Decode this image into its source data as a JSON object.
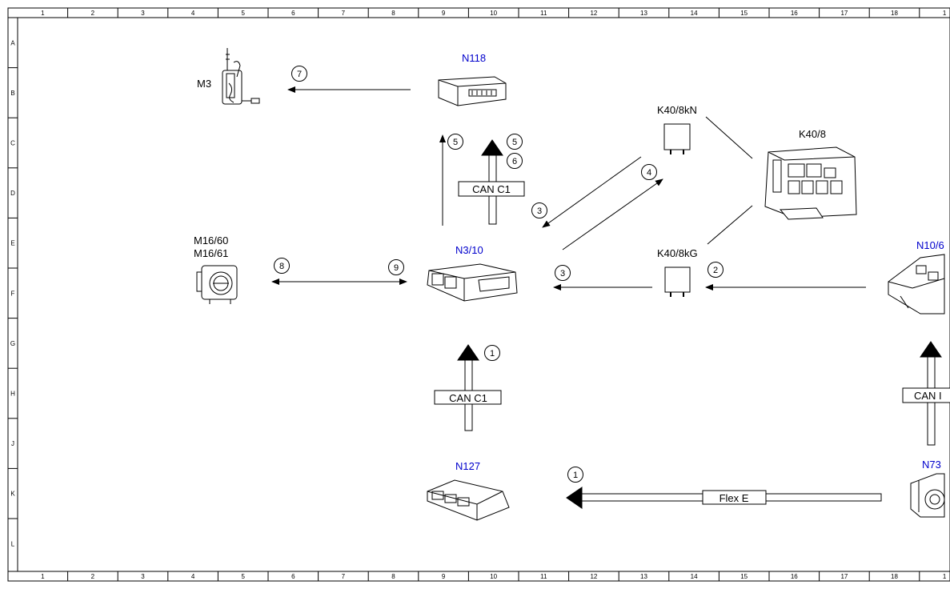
{
  "grid": {
    "columns": [
      "1",
      "2",
      "3",
      "4",
      "5",
      "6",
      "7",
      "8",
      "9",
      "10",
      "11",
      "12",
      "13",
      "14",
      "15",
      "16",
      "17",
      "18",
      "1"
    ],
    "rows": [
      "A",
      "B",
      "C",
      "D",
      "E",
      "F",
      "G",
      "H",
      "J",
      "K",
      "L"
    ]
  },
  "components": {
    "m3": "M3",
    "n118": "N118",
    "k40_8kn": "K40/8kN",
    "k40_8": "K40/8",
    "m16_60": "M16/60",
    "m16_61": "M16/61",
    "n3_10": "N3/10",
    "k40_8kg": "K40/8kG",
    "n10_6": "N10/6",
    "n127": "N127",
    "n73": "N73"
  },
  "buses": {
    "can_c1_top": "CAN C1",
    "can_c1_bottom": "CAN C1",
    "can_right": "CAN I",
    "flex_e": "Flex E"
  },
  "steps": {
    "s7": "7",
    "s5a": "5",
    "s5b": "5",
    "s6": "6",
    "s4": "4",
    "s3a": "3",
    "s3b": "3",
    "s2": "2",
    "s8": "8",
    "s9": "9",
    "s1a": "1",
    "s1b": "1"
  },
  "colors": {
    "blue_label": "#0000cc",
    "line": "#000000"
  }
}
